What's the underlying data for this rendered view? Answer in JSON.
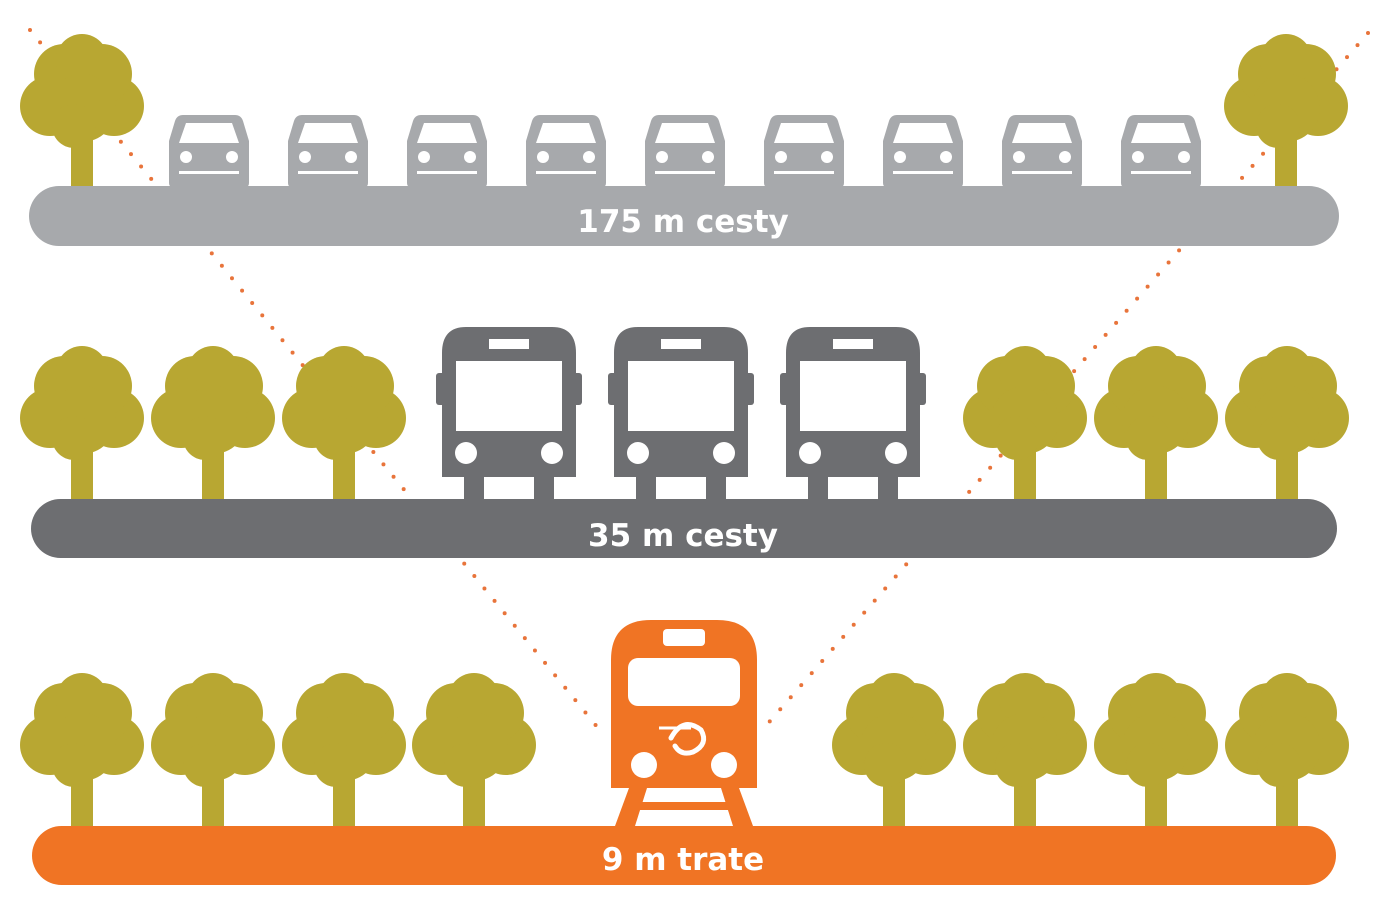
{
  "colors": {
    "tree": "#B8A732",
    "car": "#A7A9AC",
    "bus": "#6D6E71",
    "train": "#F07424",
    "dots": "#E8743B",
    "label_text": "#FFFFFF"
  },
  "icons": {
    "tree": "tree-icon",
    "car": "car-icon",
    "bus": "bus-icon",
    "train": "train-icon"
  },
  "rows": [
    {
      "label": "175 m cesty",
      "vehicle": "car",
      "vehicle_count": 9,
      "tree_count": 2
    },
    {
      "label": "35 m cesty",
      "vehicle": "bus",
      "vehicle_count": 3,
      "tree_count": 6
    },
    {
      "label": "9 m trate",
      "vehicle": "train",
      "vehicle_count": 1,
      "tree_count": 8
    }
  ]
}
